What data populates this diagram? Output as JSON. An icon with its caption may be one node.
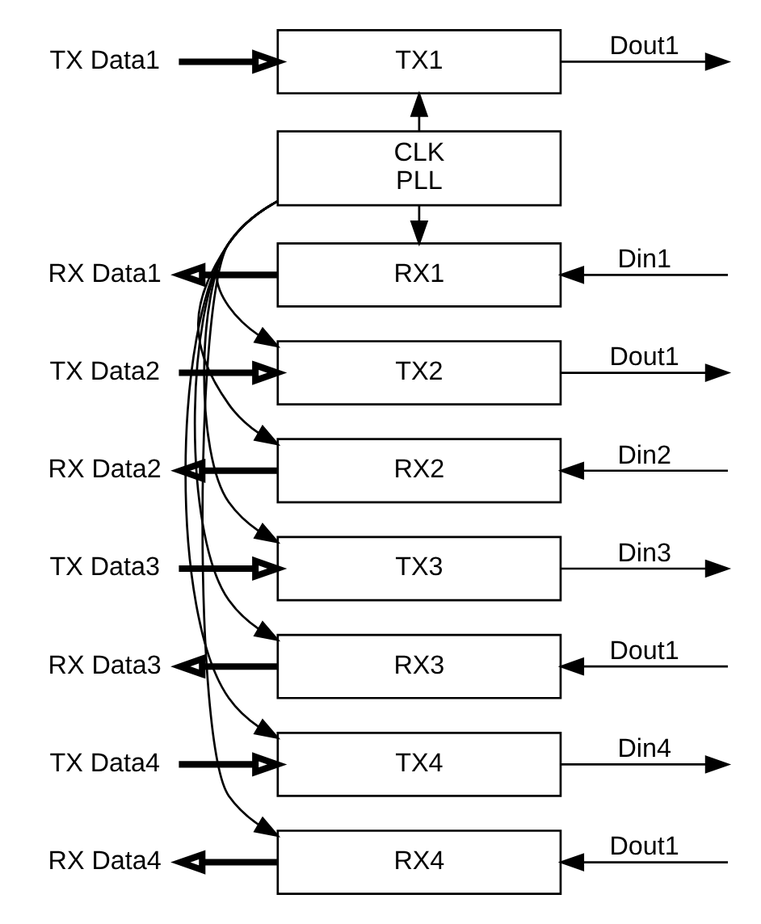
{
  "diagram": {
    "nodes": [
      {
        "text": [
          "TX Data1"
        ]
      },
      {
        "text": [
          "TX1"
        ]
      },
      {
        "text": [
          "RX Data1"
        ]
      },
      {
        "text": [
          "RX1"
        ]
      },
      {
        "text": [
          "TX Data2"
        ]
      },
      {
        "text": [
          "TX2"
        ]
      },
      {
        "text": [
          "RX Data2"
        ]
      },
      {
        "text": [
          "RX2"
        ]
      },
      {
        "text": [
          "CLK",
          "PLL"
        ]
      },
      {
        "text": [
          "TX Data3"
        ]
      },
      {
        "text": [
          "TX3"
        ]
      },
      {
        "text": [
          "RX Data3"
        ]
      },
      {
        "text": [
          "RX3"
        ]
      },
      {
        "text": [
          "TX Data4"
        ]
      },
      {
        "text": [
          "TX4"
        ]
      },
      {
        "text": [
          "RX Data4"
        ]
      },
      {
        "text": [
          "RX4"
        ]
      }
    ],
    "edges": [
      {
        "from": 0,
        "to": 1,
        "arrow": "to",
        "style": "thick"
      },
      {
        "from": 3,
        "to": 2,
        "arrow": "to",
        "style": "thick"
      },
      {
        "from": 4,
        "to": 5,
        "arrow": "to",
        "style": "thick"
      },
      {
        "from": 7,
        "to": 6,
        "arrow": "to",
        "style": "thick"
      },
      {
        "from": 9,
        "to": 10,
        "arrow": "to",
        "style": "thick"
      },
      {
        "from": 12,
        "to": 11,
        "arrow": "to",
        "style": "thick"
      },
      {
        "from": 13,
        "to": 14,
        "arrow": "to",
        "style": "thick"
      },
      {
        "from": 16,
        "to": 15,
        "arrow": "to",
        "style": "thick"
      },
      {
        "from": 1,
        "to": null,
        "arrow": "to",
        "label": "Dout1"
      },
      {
        "from": null,
        "to": 3,
        "arrow": "to",
        "label": "Din1"
      },
      {
        "from": 5,
        "to": null,
        "arrow": "to",
        "label": "Dout1"
      },
      {
        "from": null,
        "to": 7,
        "arrow": "to",
        "label": "Din2"
      },
      {
        "from": 10,
        "to": null,
        "arrow": "to",
        "label": "Din3"
      },
      {
        "from": null,
        "to": 12,
        "arrow": "to",
        "label": "Dout1"
      },
      {
        "from": 14,
        "to": null,
        "arrow": "to",
        "label": "Din4"
      },
      {
        "from": null,
        "to": 16,
        "arrow": "to",
        "label": "Dout1"
      },
      {
        "from": 8,
        "to": 1,
        "arrow": "to"
      },
      {
        "from": 8,
        "to": 3,
        "arrow": "to"
      },
      {
        "from": 8,
        "to": 5,
        "arrow": "to"
      },
      {
        "from": 8,
        "to": 7,
        "arrow": "to"
      },
      {
        "from": 8,
        "to": 10,
        "arrow": "to"
      },
      {
        "from": 8,
        "to": 12,
        "arrow": "to"
      },
      {
        "from": 8,
        "to": 14,
        "arrow": "to"
      },
      {
        "from": 8,
        "to": 16,
        "arrow": "to"
      }
    ]
  }
}
